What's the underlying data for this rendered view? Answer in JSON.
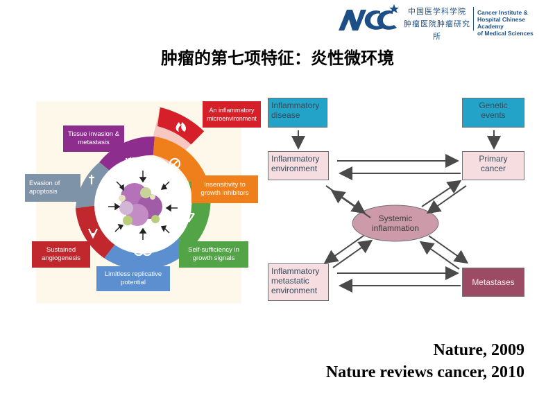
{
  "logo": {
    "cn_line1": "中国医学科学院",
    "cn_line2": "肿瘤医院肿瘤研究所",
    "en_line1": "Cancer Institute &",
    "en_line2": "Hospital Chinese Academy",
    "en_line3": "of Medical Sciences"
  },
  "title": "肿瘤的第七项特征：炎性微环境",
  "hallmarks": {
    "inflammatory": "An inflammatory microenvironment",
    "tissue_invasion": "Tissue invasion & metastasis",
    "evasion": "Evasion of apoptosis",
    "insensitivity": "Insensitivity to growth inhibitors",
    "angiogenesis": "Sustained angiogenesis",
    "self_sufficiency": "Self-sufficiency in growth signals",
    "limitless": "Limitless replicative potential"
  },
  "flow": {
    "inflammatory_disease": "Inflammatory disease",
    "genetic_events": "Genetic events",
    "inflammatory_environment": "Inflammatory environment",
    "primary_cancer": "Primary cancer",
    "systemic_inflammation": "Systemic inflammation",
    "inflammatory_metastatic_environment": "Inflammatory metastatic environment",
    "metastases": "Metastases"
  },
  "citations": {
    "line1": "Nature, 2009",
    "line2": "Nature reviews cancer, 2010"
  },
  "colors": {
    "logo_blue": "#1d4f86",
    "inflammatory_red": "#d5202a",
    "invasion_purple": "#8d2d8e",
    "evasion_gray": "#7f93a8",
    "insensitivity_orange": "#ef7f1a",
    "angiogenesis_red": "#c0282d",
    "self_sufficiency_green": "#52a447",
    "limitless_blue": "#5b8fd0",
    "flow_cyan": "#23a3c8",
    "flow_pink": "#f5dde0",
    "flow_maroon": "#9b4b63"
  }
}
